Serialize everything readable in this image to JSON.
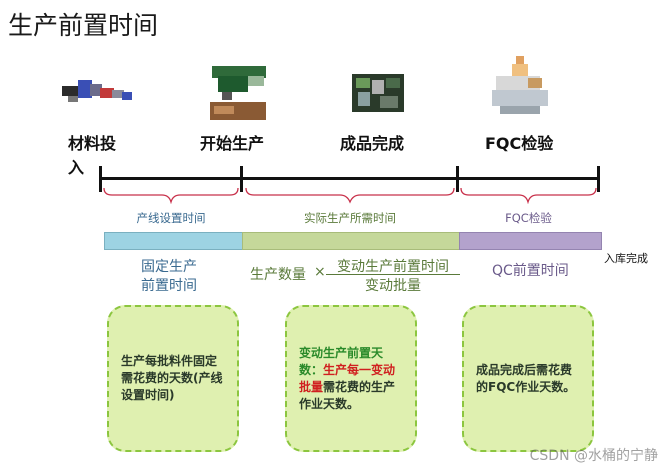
{
  "title": "生产前置时间",
  "stages": [
    {
      "label_line1": "材料投",
      "label_line2": "入"
    },
    {
      "label_line1": "开始生产",
      "label_line2": ""
    },
    {
      "label_line1": "成品完成",
      "label_line2": ""
    },
    {
      "label_line1": "FQC检验",
      "label_line2": ""
    }
  ],
  "phases": [
    {
      "label": "产线设置时间"
    },
    {
      "label": "实际生产所需时间"
    },
    {
      "label": "FQC检验"
    }
  ],
  "bar_colors": {
    "setup": "#9dd3e3",
    "production": "#c5d89a",
    "fqc": "#b3a2cc"
  },
  "end_label": "入库完成",
  "formulas": {
    "fixed_line1": "固定生产",
    "fixed_line2": "前置时间",
    "qty": "生产数量",
    "times": "×",
    "numerator": "变动生产前置时间",
    "denominator": "变动批量",
    "qc": "QC前置时间"
  },
  "notes": {
    "left": "生产每批料件固定需花费的天数(产线设置时间)",
    "middle_green": "变动生产前置天数：",
    "middle_red": "生产每一变动批量",
    "middle_rest": "需花费的生产作业天数。",
    "right": "成品完成后需花费的FQC作业天数。"
  },
  "watermark": "CSDN @水桶的宁静"
}
